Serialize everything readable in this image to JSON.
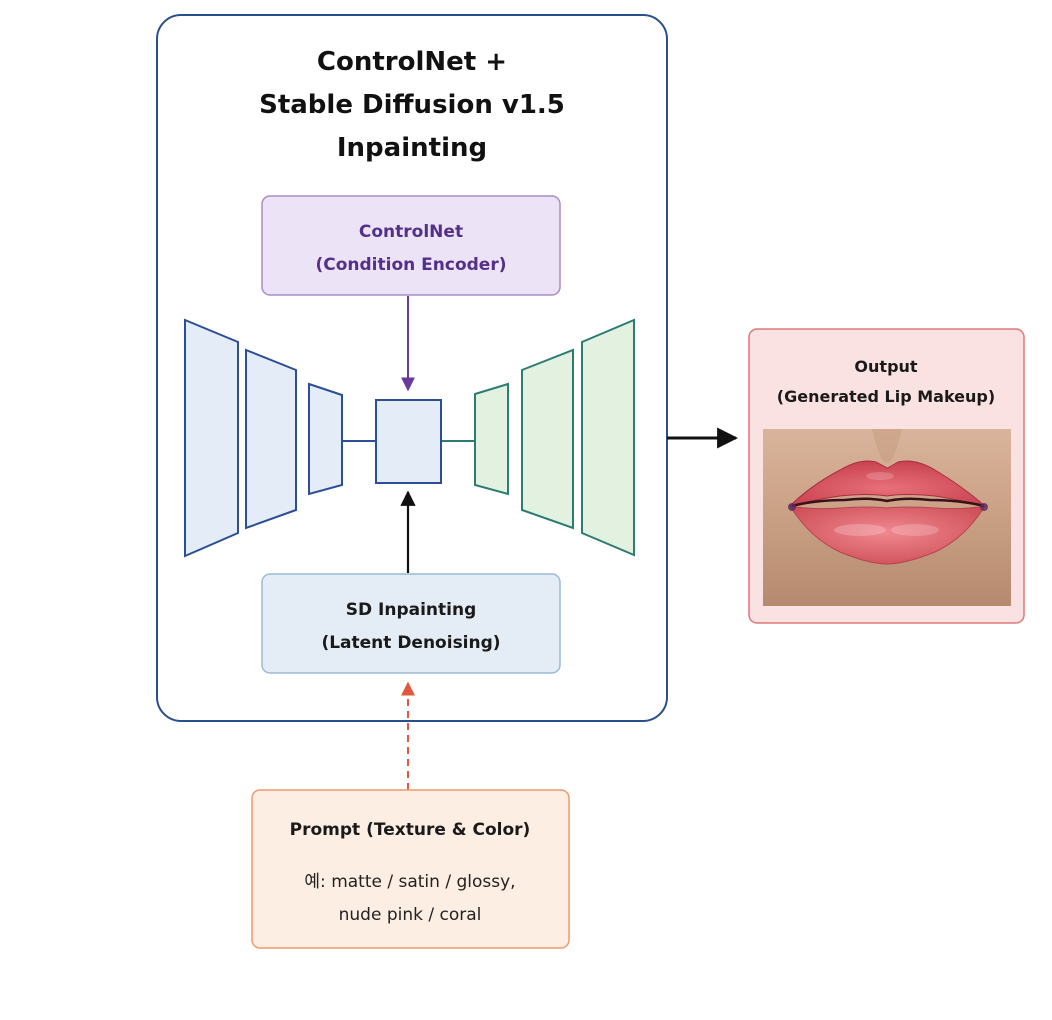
{
  "main_panel": {
    "title_lines": [
      "ControlNet +",
      "Stable Diffusion v1.5",
      "Inpainting"
    ]
  },
  "controlnet_box": {
    "lines": [
      "ControlNet",
      "(Condition Encoder)"
    ]
  },
  "sd_box": {
    "lines": [
      "SD Inpainting",
      "(Latent Denoising)"
    ]
  },
  "output_box": {
    "lines": [
      "Output",
      "(Generated Lip Makeup)"
    ]
  },
  "prompt_box": {
    "title": "Prompt (Texture & Color)",
    "body_lines": [
      "예: matte / satin / glossy,",
      "nude pink / coral"
    ]
  },
  "colors": {
    "panel_border": "#2a4f8f",
    "encoder_fill": "#e3ecf7",
    "encoder_stroke": "#2b4e96",
    "decoder_fill": "#e3f1e1",
    "decoder_stroke": "#2c7c72",
    "controlnet_fill": "#ece4f6",
    "controlnet_stroke": "#a98cc8",
    "controlnet_text": "#55308a",
    "controlnet_arrow": "#6a3a9a",
    "sd_fill": "#e4edf6",
    "sd_stroke": "#9bbad6",
    "output_fill": "#fbe2e2",
    "output_stroke": "#e07878",
    "prompt_fill": "#fdeee3",
    "prompt_stroke": "#ee9a70",
    "prompt_arrow": "#e2573f"
  }
}
